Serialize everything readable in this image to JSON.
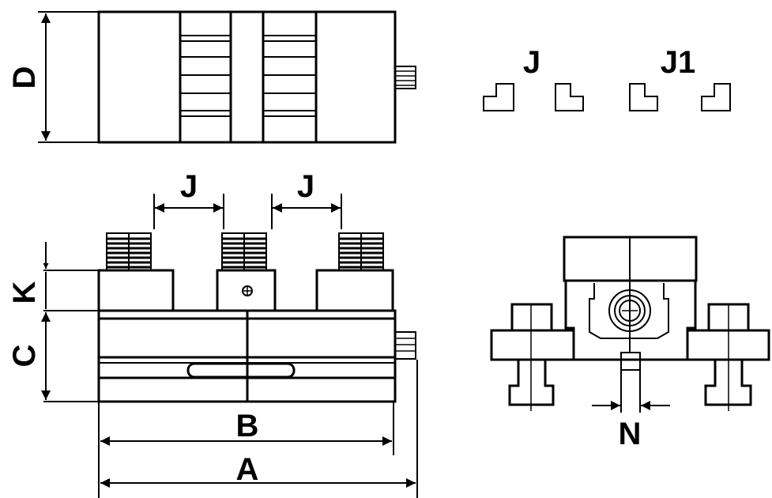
{
  "title": "Vise technical drawing with dimensions",
  "labels": {
    "D": "D",
    "J_symbol": "J",
    "J1_symbol": "J1",
    "J_left": "J",
    "J_right": "J",
    "K": "K",
    "C": "C",
    "B": "B",
    "A": "A",
    "N": "N"
  },
  "colors": {
    "line": "#000000",
    "background": "#ffffff"
  }
}
